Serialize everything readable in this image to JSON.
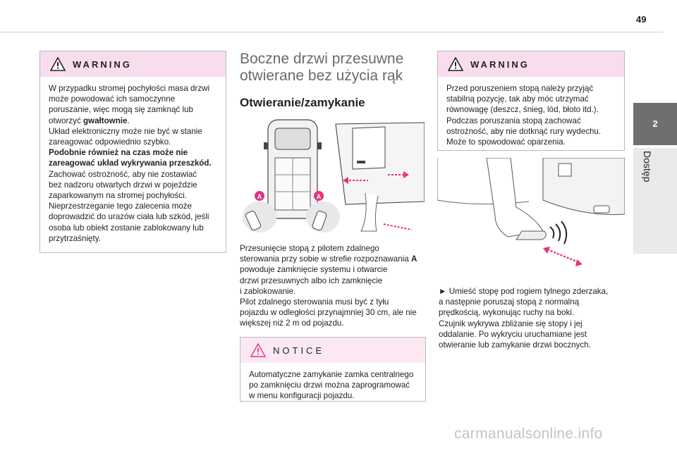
{
  "page_number": "49",
  "chapter": {
    "number": "2",
    "name": "Dostęp"
  },
  "warning_left": {
    "title": "WARNING",
    "lines": [
      {
        "text": "W przypadku stromej pochyłości masa drzwi",
        "bold": false
      },
      {
        "text": "może powodować ich samoczynne",
        "bold": false
      },
      {
        "text": "poruszanie, więc mogą się zamknąć lub",
        "bold": false
      },
      {
        "text": "otworzyć ",
        "bold": false,
        "bold_tail": "gwałtownie",
        "tail": "."
      },
      {
        "text": "Układ elektroniczny może nie być w stanie",
        "bold": false
      },
      {
        "text": "zareagować odpowiednio szybko.",
        "bold": false
      },
      {
        "text": "Podobnie również na czas może nie",
        "bold": true
      },
      {
        "text": "zareagować układ wykrywania przeszkód.",
        "bold": true
      },
      {
        "text": "Zachować ostrożność, aby nie zostawiać",
        "bold": false
      },
      {
        "text": "bez nadzoru otwartych drzwi w pojeździe",
        "bold": false
      },
      {
        "text": "zaparkowanym na stromej pochyłości.",
        "bold": false
      },
      {
        "text": "Nieprzestrzeganie tego zalecenia może",
        "bold": false
      },
      {
        "text": "doprowadzić do urazów ciała lub szkód, jeśli",
        "bold": false
      },
      {
        "text": "osoba lub obiekt zostanie zablokowany lub",
        "bold": false
      },
      {
        "text": "przytrzaśnięty.",
        "bold": false
      }
    ]
  },
  "middle": {
    "heading_line1": "Boczne drzwi przesuwne",
    "heading_line2": "otwierane bez użycia rąk",
    "subheading": "Otwieranie/zamykanie",
    "label_a": "A",
    "para_lines": [
      {
        "text": "Przesunięcie stopą z pilotem zdalnego"
      },
      {
        "text": "sterowania przy sobie w strefie rozpoznawania ",
        "bold_tail": "A"
      },
      {
        "text": "powoduje zamknięcie systemu i otwarcie"
      },
      {
        "text": "drzwi przesuwnych albo ich zamknięcie"
      },
      {
        "text": "i zablokowanie."
      },
      {
        "text": "Pilot zdalnego sterowania musi być z tyłu"
      },
      {
        "text": "pojazdu w odległości przynajmniej 30 cm, ale nie"
      },
      {
        "text": "większej niż 2 m od pojazdu."
      }
    ],
    "notice": {
      "title": "NOTICE",
      "lines": [
        "Automatyczne zamykanie zamka centralnego",
        "po zamknięciu drzwi można zaprogramować",
        "w menu konfiguracji pojazdu."
      ]
    }
  },
  "warning_right": {
    "title": "WARNING",
    "lines": [
      "Przed poruszeniem stopą należy przyjąć",
      "stabilną pozycję, tak aby móc utrzymać",
      "równowagę (deszcz, śnieg, lód, błoto itd.).",
      "Podczas poruszania stopą zachować",
      "ostrożność, aby nie dotknąć rury wydechu.",
      "Może to spowodować oparzenia."
    ]
  },
  "right_para_lines": [
    "►  Umieść stopę pod rogiem tylnego zderzaka,",
    "a następnie poruszaj stopą z normalną",
    "prędkością, wykonując ruchy na boki.",
    "Czujnik wykrywa zbliżanie się stopy i jej",
    "oddalanie. Po wykryciu uruchamiane jest",
    "otwieranie lub zamykanie drzwi bocznych."
  ],
  "watermark": "carmanualsonline.info",
  "colors": {
    "warning_bg": "#f8ddef",
    "notice_bg": "#fbe8f3",
    "accent_pink": "#e8317f",
    "tab_gray": "#6f6f6f"
  }
}
